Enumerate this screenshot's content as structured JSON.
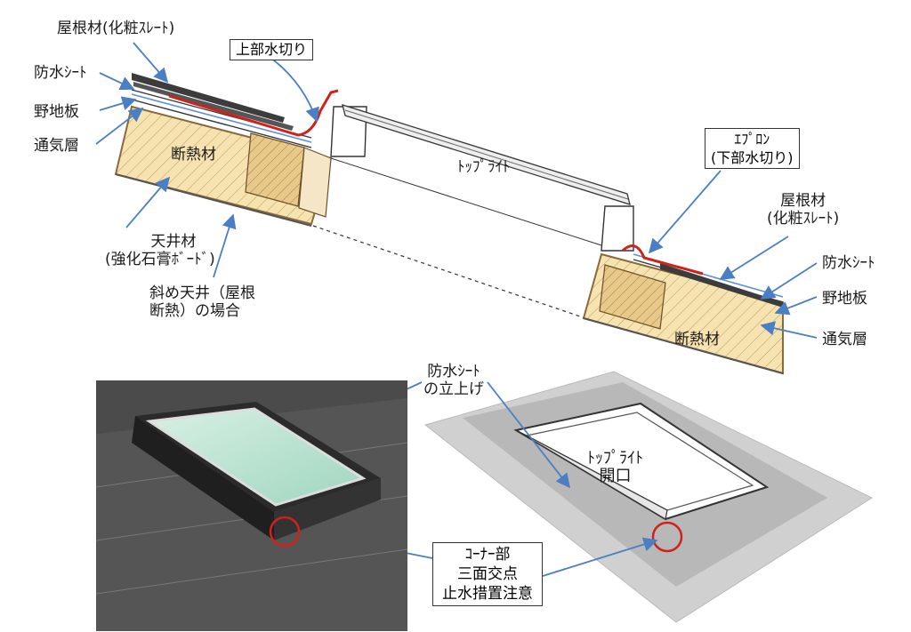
{
  "labels": {
    "roof_material_left": "屋根材(化粧ｽﾚｰﾄ)",
    "waterproof_sheet_left": "防水ｼｰﾄ",
    "sheathing_left": "野地板",
    "vent_layer_left": "通気層",
    "insulation_left": "断熱材",
    "ceiling_line1": "天井材",
    "ceiling_line2": "(強化石膏ﾎﾞｰﾄﾞ)",
    "sloped_line1": "斜め天井（屋根",
    "sloped_line2": "断熱）の場合",
    "upper_flashing": "上部水切り",
    "toplight": "ﾄｯﾌﾟﾗｲﾄ",
    "apron_line1": "ｴﾌﾟﾛﾝ",
    "apron_line2": "(下部水切り)",
    "roof_material_right_line1": "屋根材",
    "roof_material_right_line2": "(化粧ｽﾚｰﾄ)",
    "waterproof_sheet_right": "防水ｼｰﾄ",
    "sheathing_right": "野地板",
    "insulation_right": "断熱材",
    "vent_layer_right": "通気層",
    "sheet_rise_line1": "防水ｼｰﾄ",
    "sheet_rise_line2": "の立上げ",
    "opening_line1": "ﾄｯﾌﾟﾗｲﾄ",
    "opening_line2": "開口",
    "corner_line1": "ｺｰﾅｰ部",
    "corner_line2": "三面交点",
    "corner_line3": "止水措置注意"
  },
  "colors": {
    "arrow": "#4a7fc4",
    "insulation": "#f7e3b0",
    "timber": "#e8c98a",
    "flashing_red": "#d0211c",
    "sheet_blue": "#5b8fd6",
    "roof_gray": "#cfcfcf"
  }
}
